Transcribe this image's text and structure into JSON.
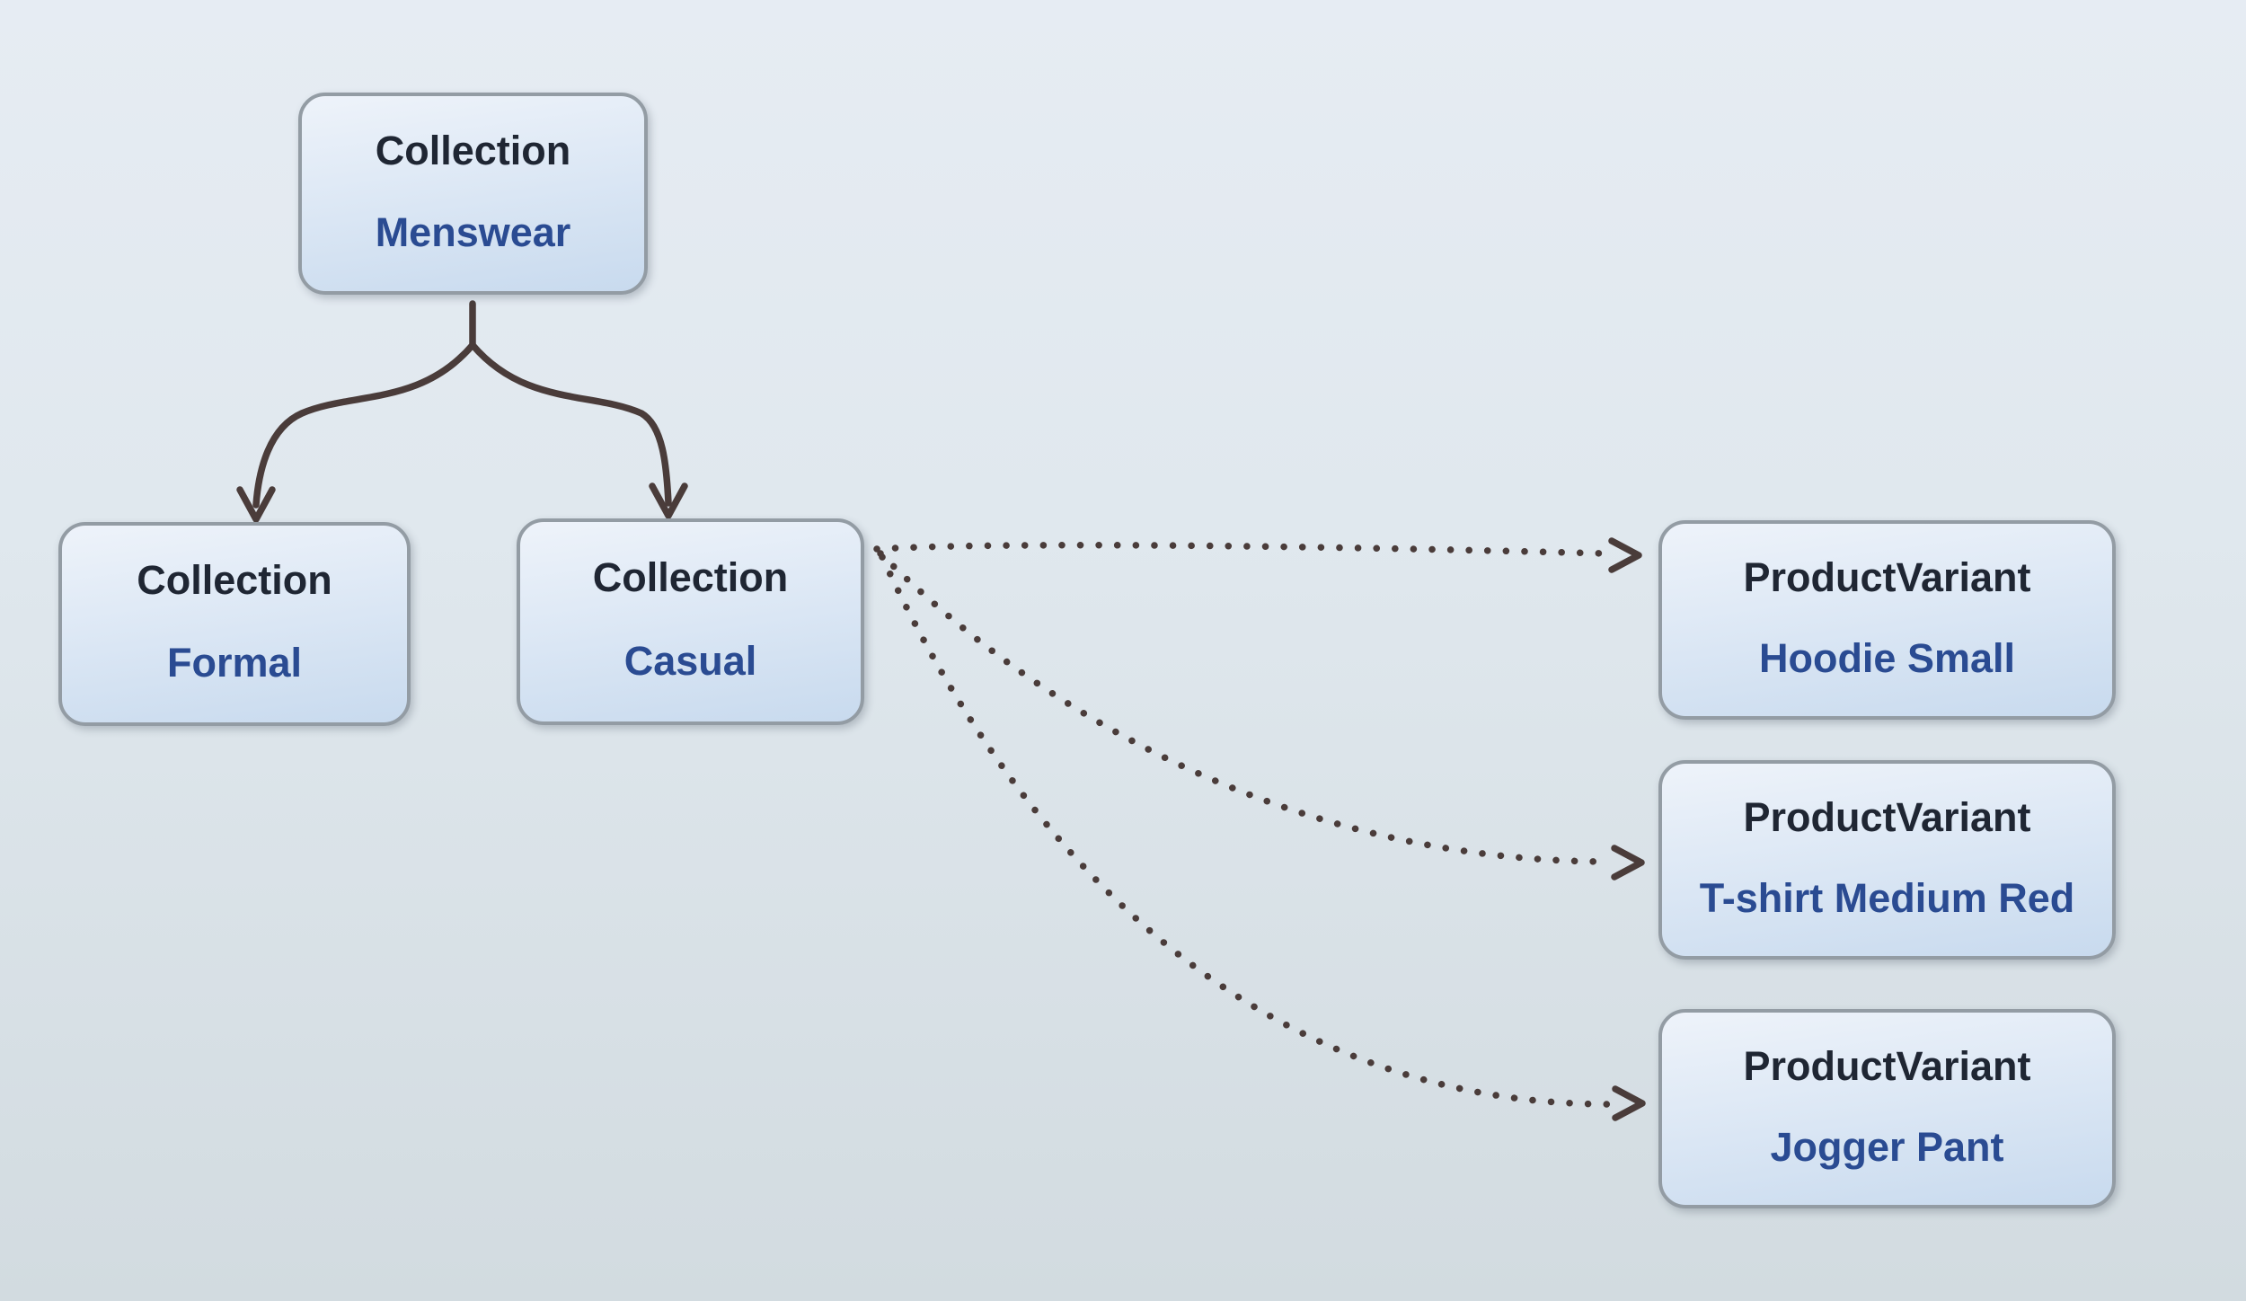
{
  "nodes": [
    {
      "id": "menswear",
      "type": "Collection",
      "name": "Menswear"
    },
    {
      "id": "formal",
      "type": "Collection",
      "name": "Formal"
    },
    {
      "id": "casual",
      "type": "Collection",
      "name": "Casual"
    },
    {
      "id": "hoodie",
      "type": "ProductVariant",
      "name": "Hoodie Small"
    },
    {
      "id": "tshirt",
      "type": "ProductVariant",
      "name": "T-shirt Medium Red"
    },
    {
      "id": "jogger",
      "type": "ProductVariant",
      "name": "Jogger Pant"
    }
  ],
  "edges": [
    {
      "from": "Menswear",
      "to": "Formal",
      "style": "solid-arrow"
    },
    {
      "from": "Menswear",
      "to": "Casual",
      "style": "solid-arrow"
    },
    {
      "from": "Casual",
      "to": "Hoodie Small",
      "style": "dotted-arrow"
    },
    {
      "from": "Casual",
      "to": "T-shirt Medium Red",
      "style": "dotted-arrow"
    },
    {
      "from": "Casual",
      "to": "Jogger Pant",
      "style": "dotted-arrow"
    }
  ],
  "colors": {
    "background_top": "#e6ecf3",
    "background_bottom": "#d2dbe0",
    "node_fill_top": "#eef3fa",
    "node_fill_bottom": "#c8daee",
    "node_border": "#939ca4",
    "type_text": "#1f2633",
    "name_text": "#2a4b92",
    "arrow": "#4a3c3a"
  }
}
